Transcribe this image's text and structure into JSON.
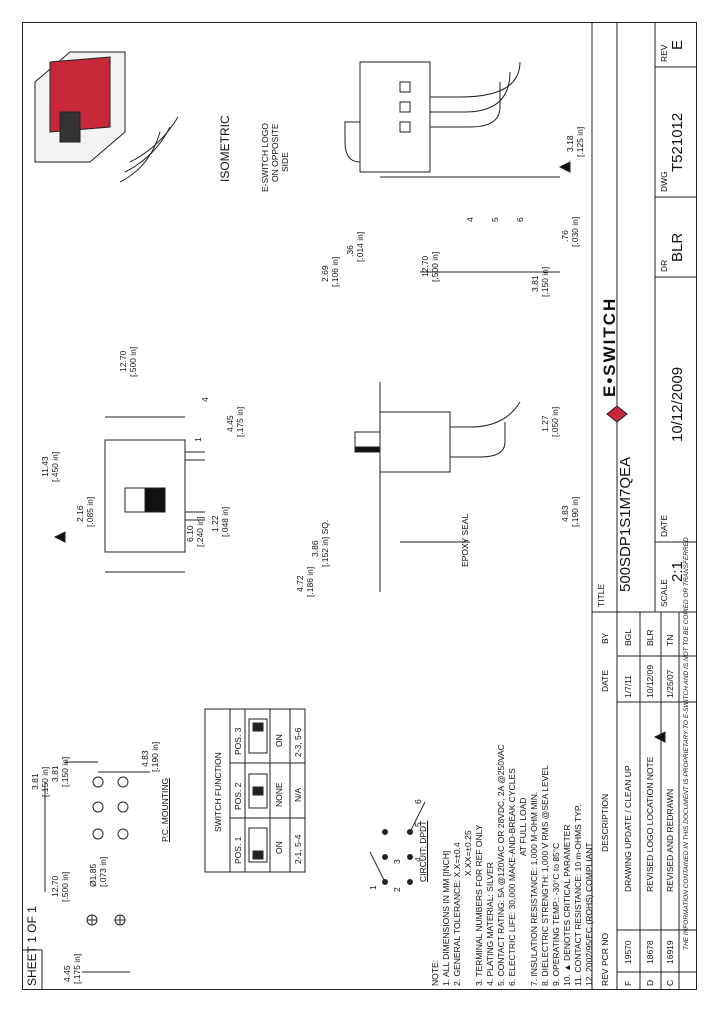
{
  "sheet": "SHEET 1 OF 1",
  "title_label": "TITLE",
  "part_number": "500SDP1S1M7QEA",
  "company": "E•SWITCH",
  "scale_label": "SCALE",
  "scale": "2:1",
  "date_label": "DATE",
  "date": "10/12/2009",
  "dr_label": "DR",
  "dr": "BLR",
  "dwg_label": "DWG",
  "dwg": "T521012",
  "rev_label": "REV",
  "rev": "E",
  "proprietary": "THE INFORMATION CONTAINED IN THIS DOCUMENT IS PROPRIETARY TO E-SWITCH AND IS NOT TO BE COPIED OR TRANSFERRED",
  "revisions": {
    "headers": [
      "REV",
      "PCR NO",
      "DESCRIPTION",
      "DATE",
      "BY"
    ],
    "rows": [
      [
        "F",
        "19570",
        "DRAWING UPDATE / CLEAN UP",
        "1/7/11",
        "BGL"
      ],
      [
        "D",
        "18678",
        "REVISED LOGO LOCATION NOTE",
        "10/12/09",
        "BLR"
      ],
      [
        "C",
        "16919",
        "REVISED AND REDRAWN",
        "1/25/07",
        "TN"
      ]
    ]
  },
  "notes": [
    "NOTE:",
    "1. ALL DIMENSIONS IN MM [INCH]",
    "2. GENERAL TOLERANCE: X.X=±0.4",
    "X.XX=±0.25",
    "3. TERMINAL NUMBERS FOR REF ONLY",
    "4. PLATING MATERIAL: SILVER",
    "5. CONTACT RATING: 5A @120VAC OR 28VDC, 2A @250VAC",
    "6. ELECTRIC LIFE: 30,000 MAKE-AND-BREAK CYCLES",
    "AT FULL LOAD",
    "7. INSULATION RESISTANCE: 1,000 M-OHM MIN.",
    "8. DIELECTRIC STRENGTH: 1,000 V RMS @SEA LEVEL",
    "9. OPERATING TEMP.: -30°C to 85°C",
    "10. ▲ DENOTES CRITICAL PARAMETER",
    "11. CONTACT RESISTANCE: 10 m-OHMS TYP.",
    "12. 2002/95/EC (ROHS) COMPLIANT"
  ],
  "circuit_label": "CIRCUIT: DPDT",
  "switch_function": {
    "title": "SWITCH FUNCTION",
    "headers": [
      "POS. 1",
      "POS. 2",
      "POS. 3"
    ],
    "row1": [
      "ON",
      "NONE",
      "ON"
    ],
    "row2": [
      "2-1, 5-4",
      "N/A",
      "2-3, 5-6"
    ]
  },
  "pc_mounting": "P.C. MOUNTING",
  "isometric": "ISOMETRIC",
  "logo_note": [
    "E-SWITCH LOGO",
    "ON OPPOSITE",
    "SIDE"
  ],
  "epoxy": "EPOXY SEAL",
  "dims": {
    "d1": [
      "12.70",
      "[.500 in]"
    ],
    "d2": [
      "3.81",
      "[.150 in]"
    ],
    "d3": [
      "3.81",
      "[.150 in]"
    ],
    "d4": [
      "Ø1.85",
      "[.073 in]"
    ],
    "d5": [
      "4.45",
      "[.175 in]"
    ],
    "d6": [
      "4.83",
      "[.190 in]"
    ],
    "d7": [
      "11.43",
      "[.450 in]"
    ],
    "d8": [
      "2.16",
      "[.085 in]"
    ],
    "d9": [
      "6.10",
      "[.240 in]"
    ],
    "d10": [
      "1.22",
      "[.048 in]"
    ],
    "d11": [
      "12.70",
      "[.500 in]"
    ],
    "d12": [
      "4.45",
      "[.175 in]"
    ],
    "d13": [
      "4.72",
      "[.186 in]"
    ],
    "d14": [
      "3.86",
      "[.152 in] SQ."
    ],
    "d15": [
      "1.27",
      "[.050 in]"
    ],
    "d16": [
      "4.83",
      "[.190 in]"
    ],
    "d17": [
      "2.69",
      "[.106 in]"
    ],
    "d18": [
      ".36",
      "[.014 in]"
    ],
    "d19": [
      "12.70",
      "[.500 in]"
    ],
    "d20": [
      "3.81",
      "[.150 in]"
    ],
    "d21": [
      ".76",
      "[.030 in]"
    ],
    "d22": [
      "3.18",
      "[.125 in]"
    ]
  },
  "pin_numbers": [
    "1",
    "2",
    "3",
    "4",
    "5",
    "6"
  ]
}
